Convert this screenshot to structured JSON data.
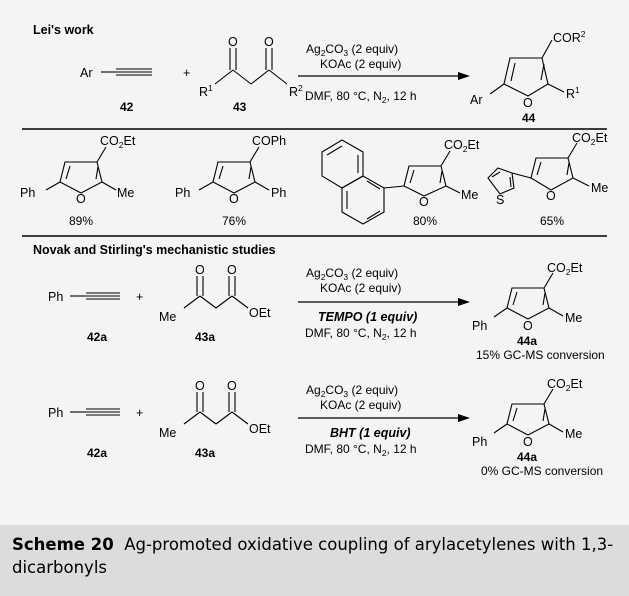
{
  "figure": {
    "section_a": {
      "heading": "Lei's work",
      "reagent_1": "Ag",
      "reagent_1_sub": "2",
      "reagent_1_mid": "CO",
      "reagent_1_sub2": "3",
      "reagent_1_tail": " (2 equiv)",
      "reagent_2": "KOAc (2 equiv)",
      "conditions": "DMF, 80 °C, N",
      "conditions_sub": "2",
      "conditions_tail": ", 12 h",
      "alkyne_ar": "Ar",
      "r1": "R",
      "r1_sup": "1",
      "r2": "R",
      "r2_sup": "2",
      "plus": "+",
      "prod_cor": "COR",
      "prod_cor_sup": "2",
      "prod_ar": "Ar",
      "prod_r1": "R",
      "prod_r1_sup": "1",
      "ring_o": "O",
      "carbonyl_o": "O",
      "label_alkyne": "42",
      "label_dicarbonyl": "43",
      "label_product": "44"
    },
    "examples": [
      {
        "sub_main": "CO",
        "sub_sub": "2",
        "sub_tail": "Et",
        "left": "Ph",
        "right": "Me",
        "yield": "89%"
      },
      {
        "sub_main": "COPh",
        "sub_sub": "",
        "sub_tail": "",
        "left": "Ph",
        "right": "Ph",
        "yield": "76%"
      },
      {
        "sub_main": "CO",
        "sub_sub": "2",
        "sub_tail": "Et",
        "left": "",
        "right": "Me",
        "yield": "80%"
      },
      {
        "sub_main": "CO",
        "sub_sub": "2",
        "sub_tail": "Et",
        "left": "S",
        "right": "Me",
        "yield": "65%"
      }
    ],
    "section_b": {
      "heading": "Novak and Stirling's mechanistic studies",
      "ph": "Ph",
      "me": "Me",
      "oet": "OEt",
      "plus": "+",
      "o": "O",
      "prod_sub": "CO",
      "prod_sub_sub": "2",
      "prod_sub_tail": "Et",
      "prod_ph": "Ph",
      "prod_me": "Me",
      "reagent_1": "Ag",
      "reagent_1_sub": "2",
      "reagent_1_mid": "CO",
      "reagent_1_sub2": "3",
      "reagent_1_tail": " (2 equiv)",
      "reagent_2": "KOAc (2 equiv)",
      "conditions": "DMF, 80 °C, N",
      "conditions_sub": "2",
      "conditions_tail": ", 12 h",
      "label_alkyne": "42a",
      "label_ketoester": "43a",
      "label_product": "44a",
      "rows": [
        {
          "additive": "TEMPO (1 equiv)",
          "conversion": "15% GC-MS conversion"
        },
        {
          "additive": "BHT (1 equiv)",
          "conversion": "0% GC-MS conversion"
        }
      ]
    }
  },
  "caption": {
    "number": "Scheme 20",
    "text": "Ag-promoted oxidative coupling of arylacetylenes with 1,3-dicarbonyls"
  }
}
